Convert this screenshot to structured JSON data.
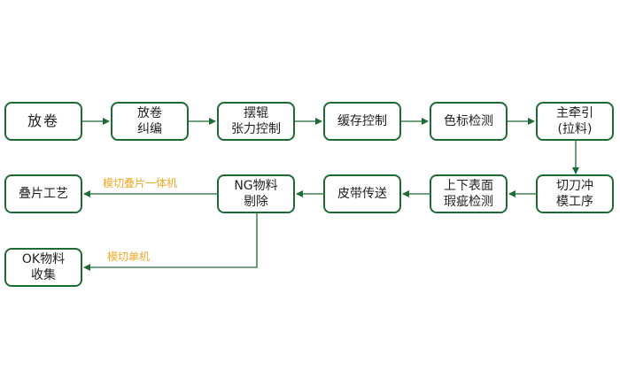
{
  "nodes": {
    "unwind": "放卷",
    "unwind_correction": "放卷\n纠编",
    "swing_roller_tension": "摆辊\n张力控制",
    "buffer_control": "缓存控制",
    "color_mark_detection": "色标检测",
    "main_traction": "主牵引\n(拉料)",
    "die_cutting": "切刀冲\n模工序",
    "surface_defect_detection": "上下表面\n瑕疵检测",
    "belt_transfer": "皮带传送",
    "ng_rejection": "NG物料\n剔除",
    "stacking_process": "叠片工艺",
    "ok_collection": "OK物料\n收集"
  },
  "edge_labels": {
    "stacking_machine": "模切叠片一体机",
    "die_cutting_machine": "模切单机"
  },
  "colors": {
    "box_border": "#1f6b36",
    "arrow": "#1f6b36",
    "label_text": "#f5a623",
    "node_text": "#222222"
  }
}
